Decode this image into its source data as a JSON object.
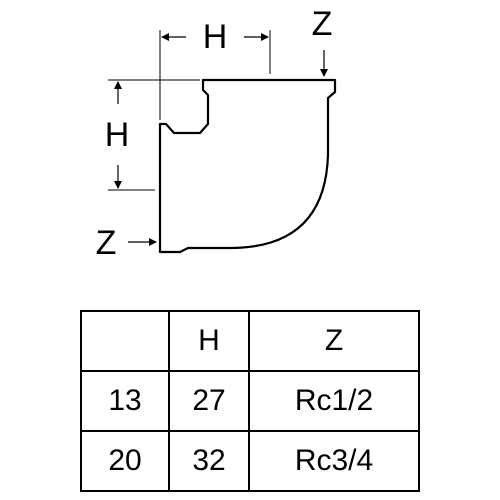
{
  "diagram": {
    "label_h_top": "H",
    "label_z_top": "Z",
    "label_h_left": "H",
    "label_z_left": "Z"
  },
  "table": {
    "headers": [
      "",
      "H",
      "Z"
    ],
    "rows": [
      [
        "13",
        "27",
        "Rc1/2"
      ],
      [
        "20",
        "32",
        "Rc3/4"
      ]
    ]
  }
}
